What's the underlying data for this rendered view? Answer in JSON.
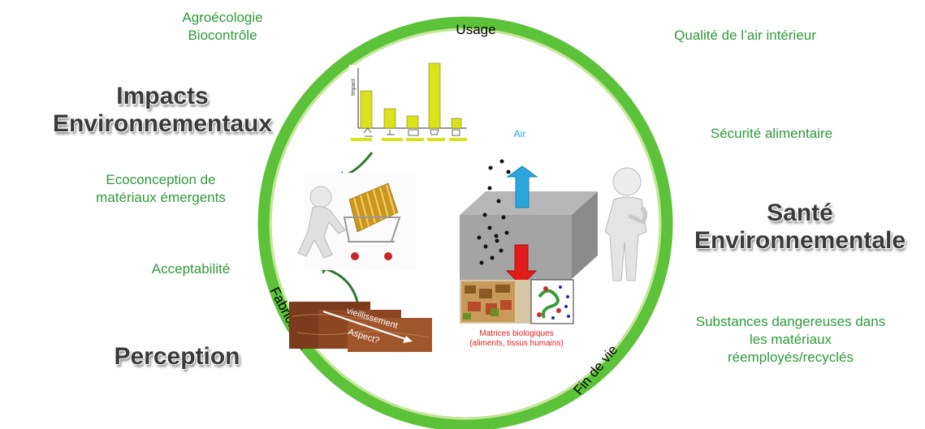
{
  "colors": {
    "ring": "#5cc23a",
    "ring_inner": "#c6e79a",
    "label_green": "#2e9a3a",
    "heading": "#3a3a3a",
    "air_arrow": "#2aa6dd",
    "down_arrow": "#e21b1b",
    "chart_bars": "#d9e21a"
  },
  "left": {
    "agro": [
      "Agroécologie",
      "Biocontrôle"
    ],
    "impacts_heading": [
      "Impacts",
      "Environnementaux"
    ],
    "ecoconception": [
      "Ecoconception de",
      "matériaux émergents"
    ],
    "acceptabilite": "Acceptabilité",
    "perception_heading": "Perception"
  },
  "right": {
    "qualite_air": "Qualité de l’air intérieur",
    "securite": "Sécurité alimentaire",
    "sante_heading": [
      "Santé",
      "Environnementale"
    ],
    "substances": [
      "Substances dangereuses dans",
      "les matériaux",
      "réemployés/recyclés"
    ]
  },
  "ring_labels": {
    "usage": "Usage",
    "fabrication": "Fabrication",
    "fin_de_vie": "Fin de vie"
  },
  "center": {
    "air_label": "Air",
    "matrices": [
      "Matrices biologiques",
      "(aliments, tissus humains)"
    ],
    "wood_labels": [
      "vieillissement",
      "Aspect?"
    ],
    "chart_ylabel": "Impact"
  },
  "icons": [
    "lca-bar-chart-icon",
    "shopping-cart-person-icon",
    "thinking-person-icon",
    "emission-box-icon",
    "wood-samples-icon",
    "food-samples-icon",
    "curved-arrow-icon"
  ]
}
